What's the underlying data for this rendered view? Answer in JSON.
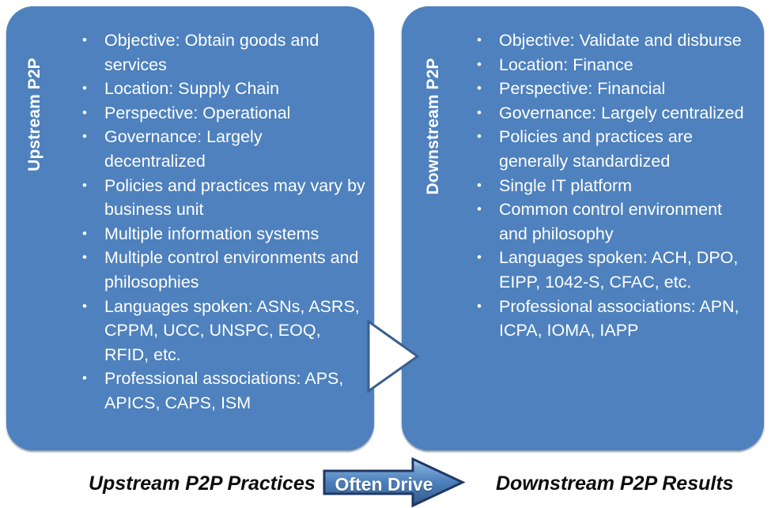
{
  "theme": {
    "panel_blue": "#4e81bd",
    "panel_text": "#ffffff",
    "caption_text": "#0d0d0d",
    "arrow_border": "#1f3864",
    "arrow_gradient_top": "#a9c6e8",
    "arrow_gradient_mid": "#4e81bd",
    "arrow_gradient_bottom": "#31547e",
    "connector_fill": "#ffffff",
    "connector_stroke": "#3a5f8f",
    "page_background": "#ffffff"
  },
  "panels": [
    {
      "id": "upstream",
      "side_label": "Upstream P2P",
      "bullets": [
        "Objective: Obtain goods and services",
        "Location: Supply Chain",
        "Perspective: Operational",
        "Governance: Largely decentralized",
        "Policies and practices may vary by business unit",
        "Multiple information systems",
        "Multiple control environments and philosophies",
        "Languages spoken: ASNs, ASRS, CPPM, UCC, UNSPC, EOQ, RFID, etc.",
        "Professional associations: APS, APICS, CAPS, ISM"
      ]
    },
    {
      "id": "downstream",
      "side_label": "Downstream P2P",
      "bullets": [
        "Objective: Validate and disburse",
        "Location: Finance",
        "Perspective: Financial",
        "Governance: Largely centralized",
        "Policies and practices are generally standardized",
        "Single IT platform",
        "Common control environment and philosophy",
        "Languages spoken: ACH, DPO, EIPP, 1042-S, CFAC, etc.",
        "Professional associations: APN, ICPA, IOMA, IAPP"
      ]
    }
  ],
  "connector": {
    "icon": "right-triangle-arrow-icon"
  },
  "footer": {
    "left_caption": "Upstream P2P Practices",
    "arrow_label": "Often Drive",
    "arrow_icon": "right-block-arrow-icon",
    "right_caption": "Downstream P2P Results"
  }
}
